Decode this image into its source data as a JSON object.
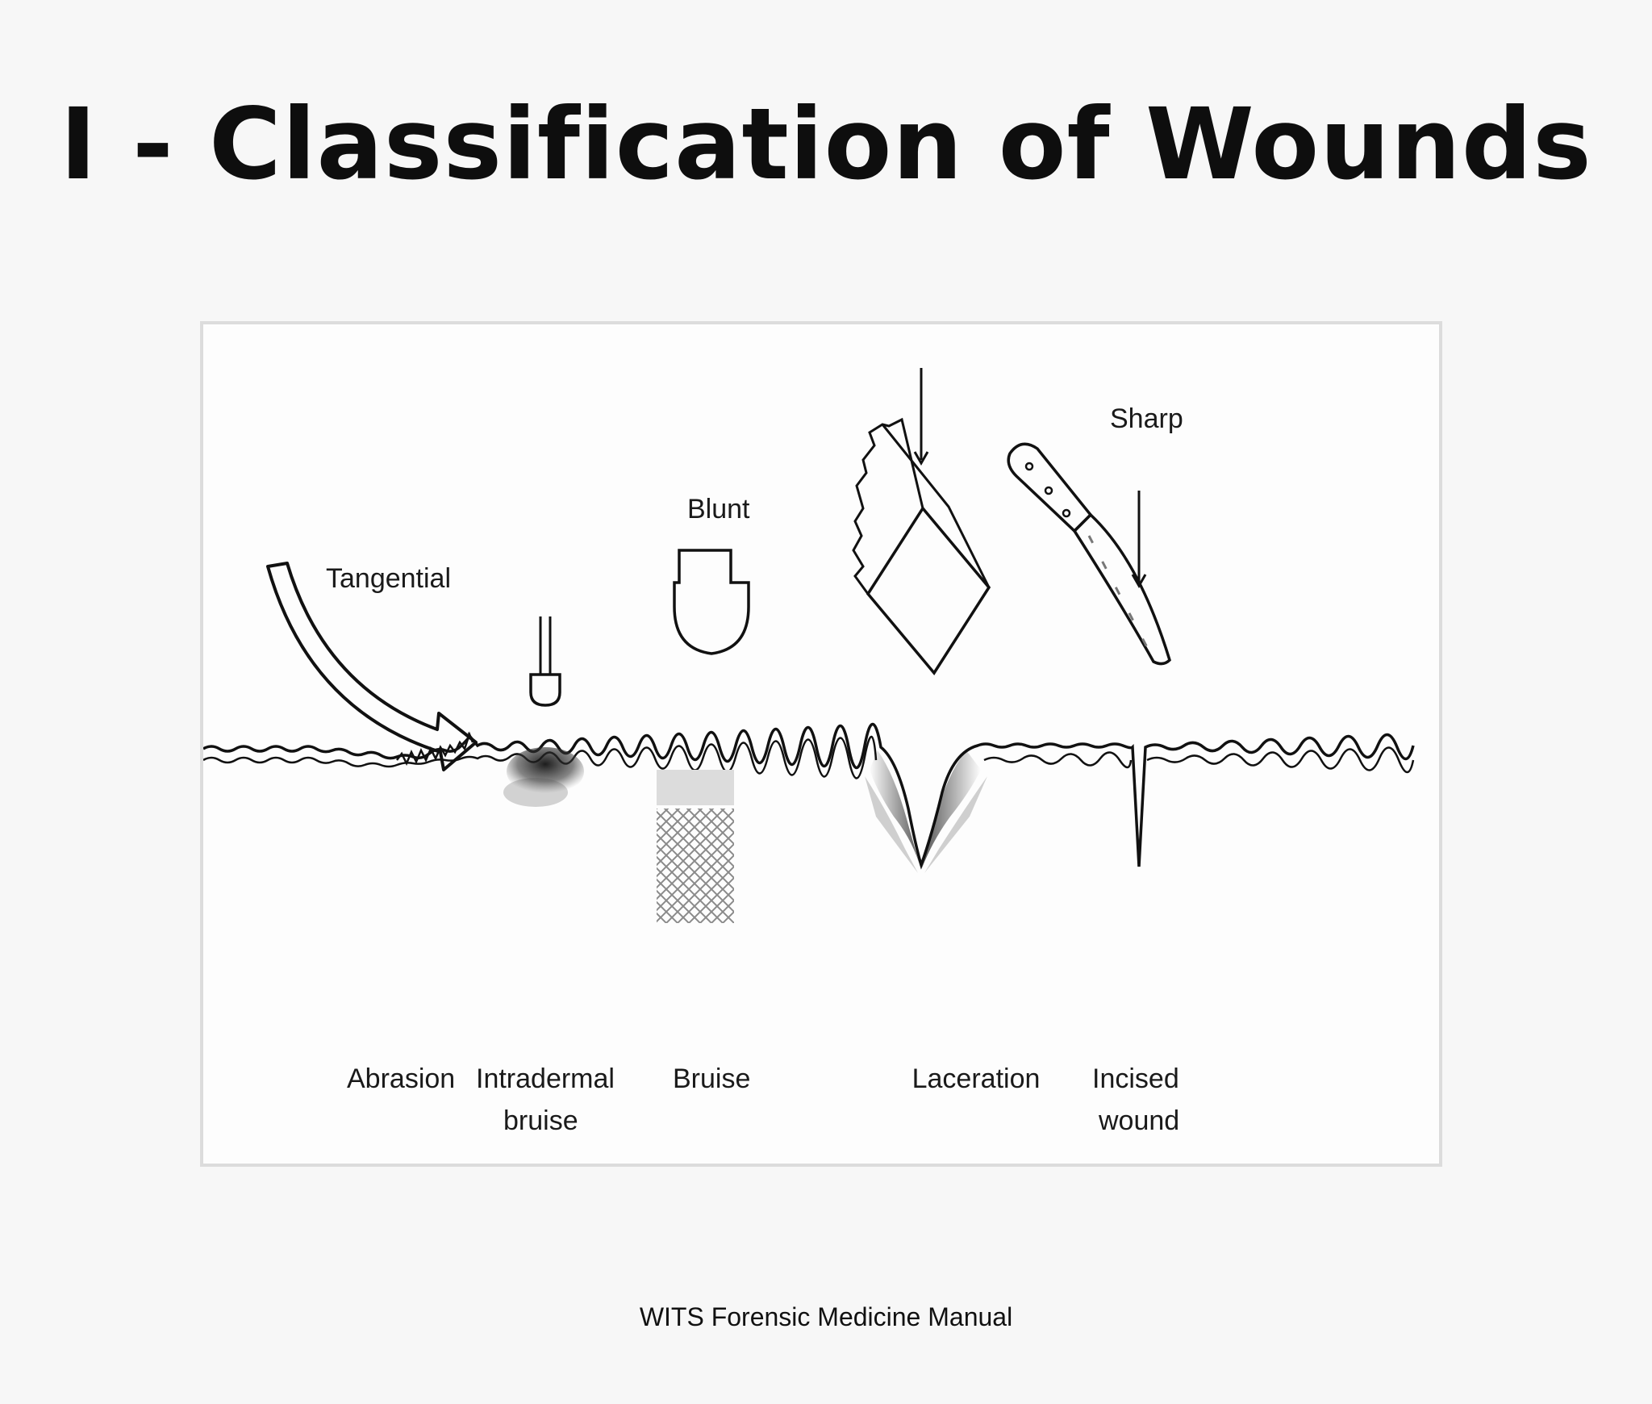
{
  "title": "I - Classification of Wounds",
  "diagram": {
    "forces": {
      "tangential": "Tangential",
      "blunt": "Blunt",
      "sharp": "Sharp"
    },
    "wound_types": {
      "abrasion": "Abrasion",
      "intradermal_line1": "Intradermal",
      "intradermal_line2": "bruise",
      "bruise": "Bruise",
      "laceration": "Laceration",
      "incised_line1": "Incised",
      "incised_line2": "wound"
    }
  },
  "footer": "WITS Forensic Medicine Manual"
}
